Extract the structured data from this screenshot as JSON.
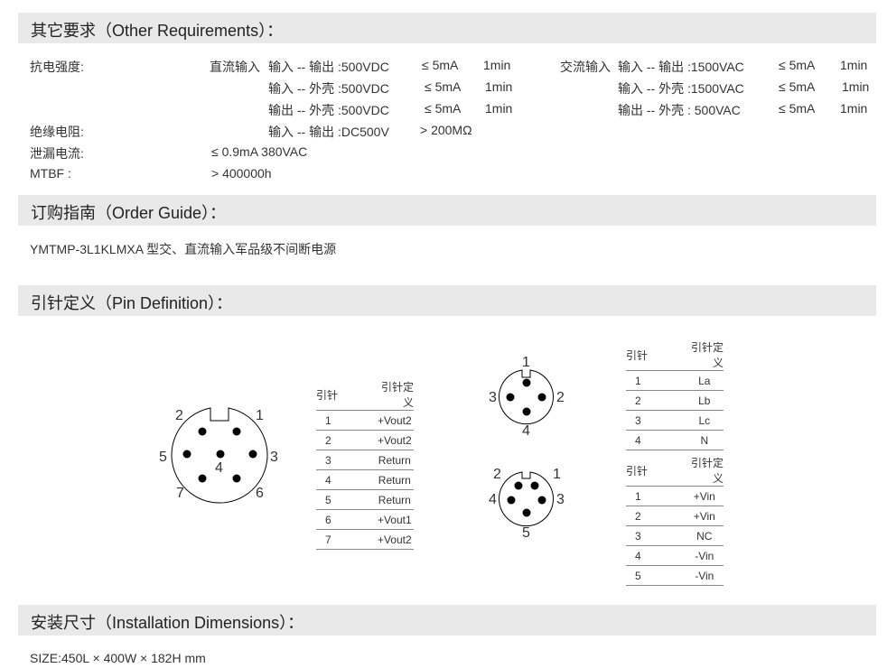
{
  "sections": {
    "other": "其它要求（Other Requirements）：",
    "order": "订购指南（Order Guide）：",
    "pin": "引针定义（Pin Definition）：",
    "install": "安装尺寸（Installation Dimensions）："
  },
  "other": {
    "labels": [
      "抗电强度:",
      "绝缘电阻:",
      "泄漏电流:",
      "MTBF :"
    ],
    "dc_label": "直流输入",
    "dc": [
      [
        "输入 -- 输出 :500VDC",
        "≤ 5mA",
        "1min"
      ],
      [
        "输入 -- 外壳 :500VDC",
        "≤ 5mA",
        "1min"
      ],
      [
        "输出 -- 外壳 :500VDC",
        "≤ 5mA",
        "1min"
      ]
    ],
    "ac_label": "交流输入",
    "ac": [
      [
        "输入 -- 输出 :1500VAC",
        "≤ 5mA",
        "1min"
      ],
      [
        "输入 -- 外壳 :1500VAC",
        "≤ 5mA",
        "1min"
      ],
      [
        "输出 -- 外壳 : 500VAC",
        "≤ 5mA",
        "1min"
      ]
    ],
    "insulation": [
      "输入 -- 输出 :DC500V",
      "> 200MΩ"
    ],
    "leakage": "≤ 0.9mA  380VAC",
    "mtbf": "> 400000h"
  },
  "order_text": "YMTMP-3L1KLMXA 型交、直流输入军品级不间断电源",
  "headers": [
    "引针",
    "引针定义"
  ],
  "table_main": [
    [
      "1",
      "+Vout2"
    ],
    [
      "2",
      "+Vout2"
    ],
    [
      "3",
      "Return"
    ],
    [
      "4",
      "Return"
    ],
    [
      "5",
      "Return"
    ],
    [
      "6",
      "+Vout1"
    ],
    [
      "7",
      "+Vout2"
    ]
  ],
  "table_ac": [
    [
      "1",
      "La"
    ],
    [
      "2",
      "Lb"
    ],
    [
      "3",
      "Lc"
    ],
    [
      "4",
      "N"
    ]
  ],
  "table_dc": [
    [
      "1",
      "+Vin"
    ],
    [
      "2",
      "+Vin"
    ],
    [
      "3",
      "NC"
    ],
    [
      "4",
      "-Vin"
    ],
    [
      "5",
      "-Vin"
    ]
  ],
  "connector7": [
    "1",
    "2",
    "3",
    "4",
    "5",
    "6",
    "7"
  ],
  "connector4": [
    "1",
    "2",
    "3",
    "4"
  ],
  "connector5": [
    "1",
    "2",
    "3",
    "4",
    "5"
  ],
  "size": "SIZE:450L × 400W × 182H mm"
}
